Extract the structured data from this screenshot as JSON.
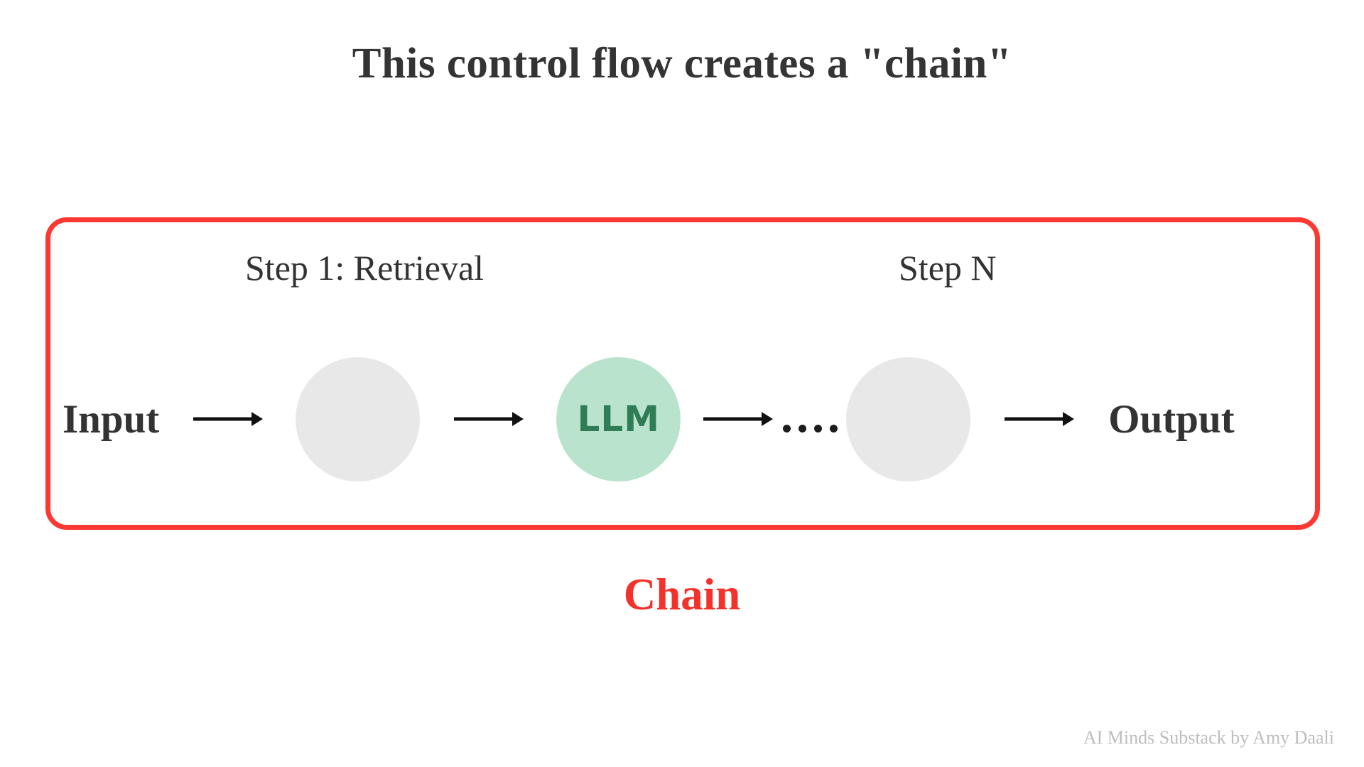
{
  "slide": {
    "title": "This control flow creates a \"chain\"",
    "caption": "Chain",
    "watermark": "AI Minds Substack by Amy Daali",
    "background_color": "#ffffff"
  },
  "chain_box": {
    "border_color": "#fc3832",
    "label": "Chain"
  },
  "steps": [
    {
      "id": "step-1",
      "label": "Step 1: Retrieval"
    },
    {
      "id": "step-n",
      "label": "Step N"
    }
  ],
  "flow": {
    "input_label": "Input",
    "output_label": "Output",
    "ellipsis": "....",
    "nodes": [
      {
        "id": "node-retrieval",
        "label": "",
        "fill": "#e8e8e8",
        "type": "blank"
      },
      {
        "id": "node-llm",
        "label": "LLM",
        "fill": "#b9e3cd",
        "text_color": "#2f7d56",
        "type": "llm"
      },
      {
        "id": "node-step-n",
        "label": "",
        "fill": "#e8e8e8",
        "type": "blank"
      }
    ],
    "arrows": [
      {
        "id": "arrow-input-to-retrieval"
      },
      {
        "id": "arrow-retrieval-to-llm"
      },
      {
        "id": "arrow-llm-to-ellipsis"
      },
      {
        "id": "arrow-stepn-to-output"
      }
    ],
    "arrow_color": "#111111"
  },
  "colors": {
    "text_dark": "#333333",
    "accent_red": "#f4322c",
    "node_grey": "#e8e8e8",
    "node_green": "#b9e3cd",
    "llm_green_text": "#2f7d56",
    "watermark_grey": "#bdbdbd"
  }
}
